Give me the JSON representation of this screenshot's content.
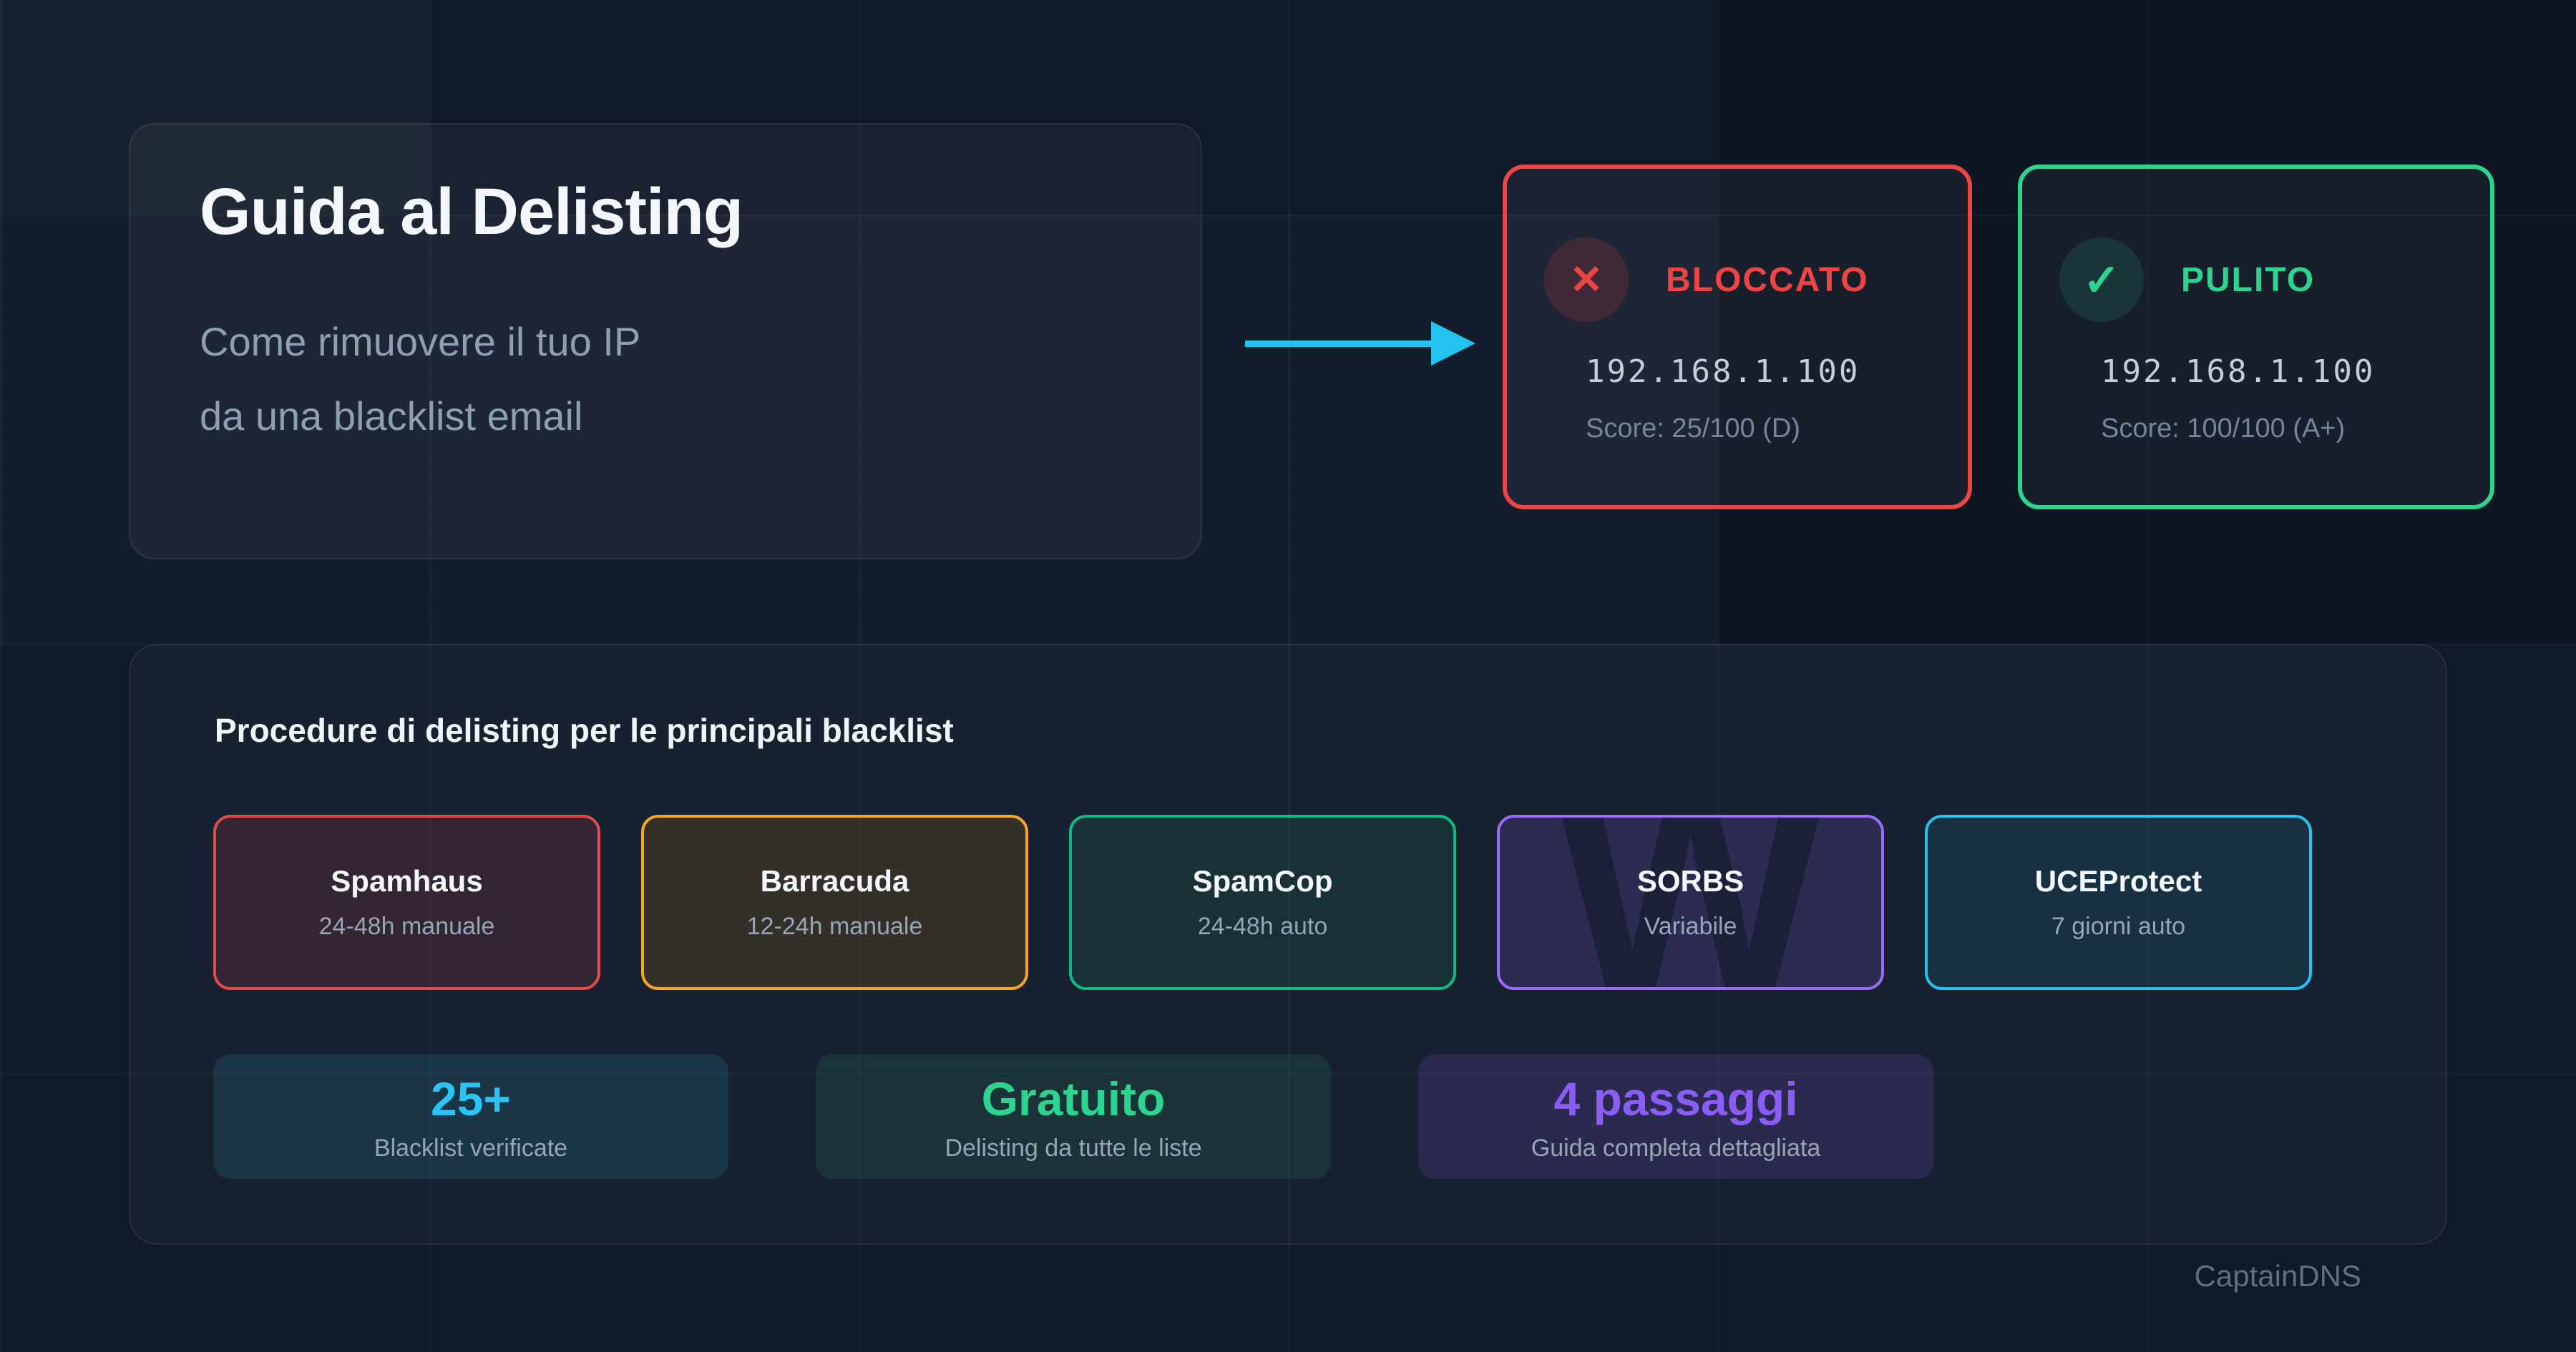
{
  "page": {
    "brand": "CaptainDNS"
  },
  "hero": {
    "title": "Guida al Delisting",
    "subtitle_line1": "Come rimuovere il tuo IP",
    "subtitle_line2": "da una blacklist email"
  },
  "comparison": {
    "arrow_color": "#22c3ee",
    "blocked": {
      "icon": "✕",
      "status": "BLOCCATO",
      "ip": "192.168.1.100",
      "score": "Score: 25/100 (D)",
      "color": "#ef4444"
    },
    "clean": {
      "icon": "✓",
      "status": "PULITO",
      "ip": "192.168.1.100",
      "score": "Score: 100/100 (A+)",
      "color": "#2dd48f"
    }
  },
  "procedures": {
    "heading": "Procedure di delisting per le principali blacklist",
    "blacklists": [
      {
        "name": "Spamhaus",
        "time": "24-48h manuale",
        "color": "#e14b4b"
      },
      {
        "name": "Barracuda",
        "time": "12-24h manuale",
        "color": "#f5a623"
      },
      {
        "name": "SpamCop",
        "time": "24-48h auto",
        "color": "#10b981"
      },
      {
        "name": "SORBS",
        "time": "Variabile",
        "color": "#9a6bf7",
        "watermark": "W"
      },
      {
        "name": "UCEProtect",
        "time": "7 giorni auto",
        "color": "#25c2ef"
      }
    ],
    "stats": [
      {
        "value": "25+",
        "label": "Blacklist verificate",
        "color": "#29c5f6"
      },
      {
        "value": "Gratuito",
        "label": "Delisting da tutte le liste",
        "color": "#2dd48f"
      },
      {
        "value": "4 passaggi",
        "label": "Guida completa dettagliata",
        "color": "#8b5cf6"
      }
    ]
  }
}
